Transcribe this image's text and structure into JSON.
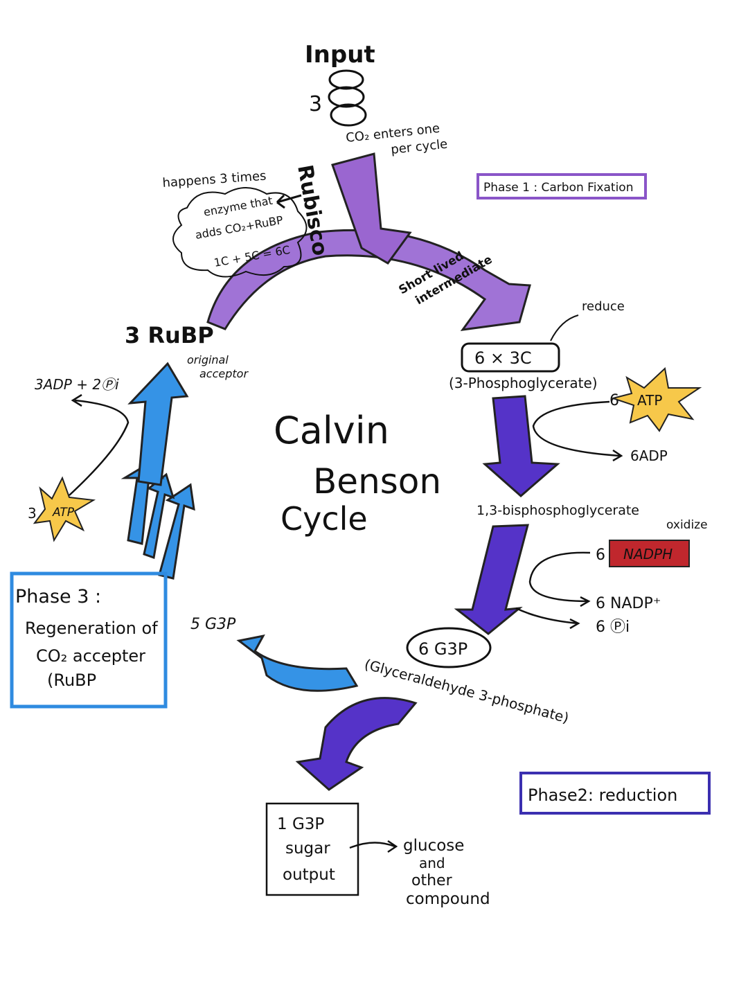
{
  "input": {
    "title": "Input",
    "count": "3",
    "co2_note_1": "CO₂ enters one",
    "co2_note_2": "per cycle"
  },
  "rubisco": {
    "label": "Rubisco",
    "happens": "happens 3 times",
    "cloud_line_1": "enzyme that",
    "cloud_line_2": "adds CO₂+RuBP",
    "cloud_line_3": "1C + 5C = 6C"
  },
  "phase1": {
    "label": "Phase 1 : Carbon Fixation",
    "color": "#8a55c8"
  },
  "intermediate": {
    "line_1": "Short lived",
    "line_2": "intermediate"
  },
  "reduce_note": "reduce",
  "pga": {
    "box": "6 × 3C",
    "name": "(3-Phosphoglycerate)"
  },
  "atp_in": {
    "count": "6",
    "label": "ATP",
    "out": "6ADP"
  },
  "bpg": {
    "name": "1,3-bisphosphoglycerate"
  },
  "nadph": {
    "oxidize": "oxidize",
    "count": "6",
    "label": "NADPH",
    "out1": "6 NADP⁺",
    "out2": "6 Ⓟi",
    "color": "#c0272d"
  },
  "g3p": {
    "box": "6 G3P",
    "name": "(Glyceraldehyde 3-phosphate)"
  },
  "phase2": {
    "label": "Phase2: reduction",
    "color": "#3b2fb0"
  },
  "output": {
    "line_1": "1 G3P",
    "line_2": "sugar",
    "line_3": "output",
    "dest_1": "glucose",
    "dest_2": "and",
    "dest_3": "other",
    "dest_4": "compound"
  },
  "five_g3p": "5 G3P",
  "phase3": {
    "line_1": "Phase 3 :",
    "line_2": "Regeneration of",
    "line_3": "CO₂ accepter",
    "line_4": "(RuBP",
    "color": "#2f8be0"
  },
  "atp_regen": {
    "count": "3",
    "label": "ATP",
    "out": "3ADP + 2Ⓟi"
  },
  "rubp": {
    "label": "3 RuBP",
    "note_1": "original",
    "note_2": "acceptor"
  },
  "center": {
    "line_1": "Calvin",
    "line_2": "Benson",
    "line_3": "Cycle"
  },
  "colors": {
    "purple": "#8a55c8",
    "indigo": "#4a2fc0",
    "blue": "#2f8be0",
    "star": "#f5c542"
  }
}
